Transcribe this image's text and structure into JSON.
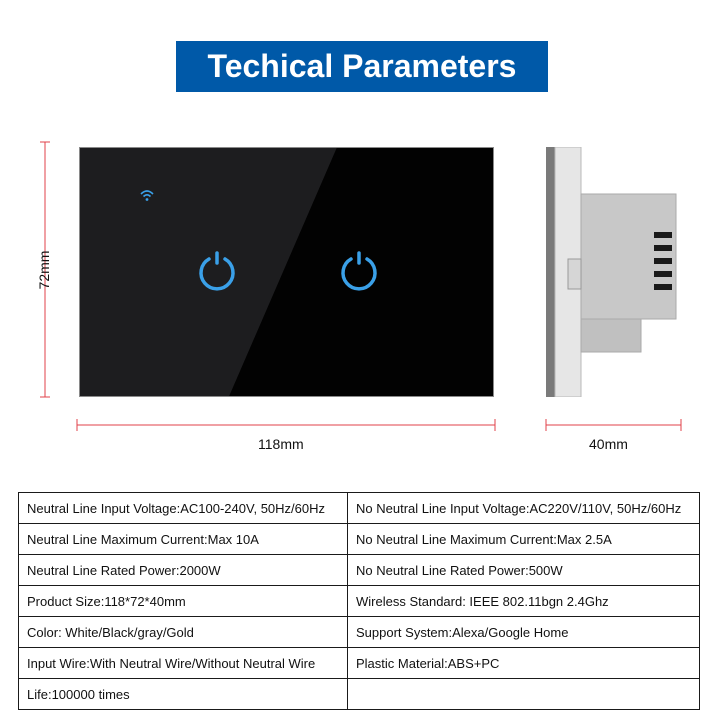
{
  "title": "Techical Parameters",
  "dimensions": {
    "height": "72mm",
    "width": "118mm",
    "depth": "40mm"
  },
  "icons": {
    "wifi": "wifi-icon",
    "power": "power-icon"
  },
  "colors": {
    "banner": "#0059a8",
    "panel": "#050505",
    "button_glow": "#3aa0e8",
    "dimension_line": "#e0404a"
  },
  "specs": [
    [
      "Neutral Line Input Voltage:AC100-240V, 50Hz/60Hz",
      "No Neutral Line Input Voltage:AC220V/110V, 50Hz/60Hz"
    ],
    [
      "Neutral Line Maximum Current:Max 10A",
      "No Neutral Line Maximum Current:Max 2.5A"
    ],
    [
      "Neutral Line Rated Power:2000W",
      "No Neutral Line Rated Power:500W"
    ],
    [
      "Product Size:118*72*40mm",
      "Wireless Standard: IEEE 802.11bgn 2.4Ghz"
    ],
    [
      "Color: White/Black/gray/Gold",
      "Support System:Alexa/Google Home"
    ],
    [
      "Input Wire:With Neutral Wire/Without Neutral Wire",
      "Plastic Material:ABS+PC"
    ],
    [
      "Life:100000 times",
      ""
    ]
  ]
}
